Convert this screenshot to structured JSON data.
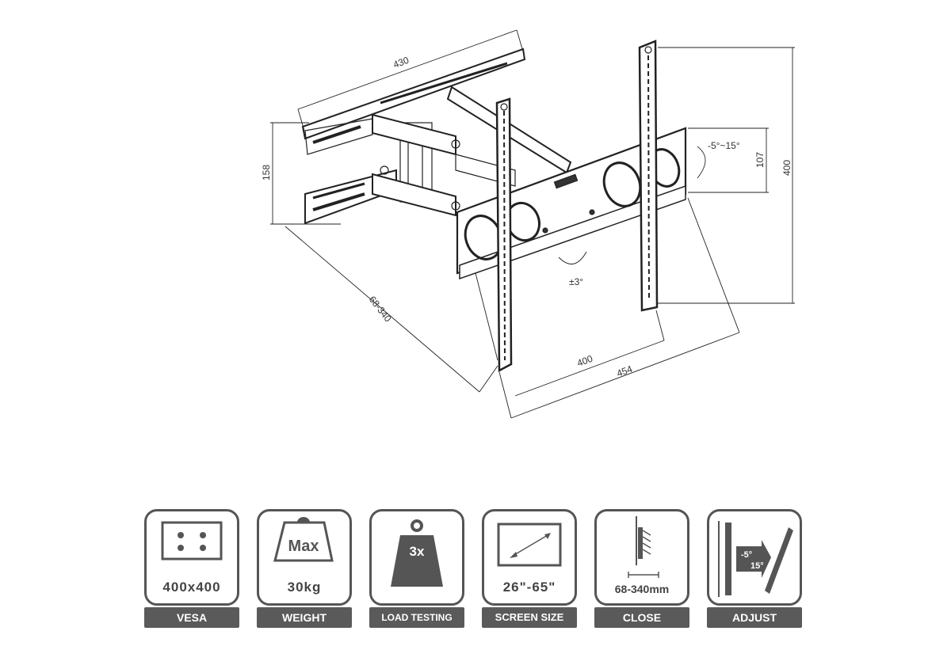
{
  "diagram": {
    "dimensions": {
      "wall_plate_width": "430",
      "wall_plate_height": "158",
      "extension": "68-340",
      "vesa_height": "400",
      "arm_height": "107",
      "tilt": "-5°~15°",
      "rotation": "±3°",
      "vesa_width": "400",
      "bracket_width": "454"
    }
  },
  "features": [
    {
      "value": "400x400",
      "label": "VESA",
      "icon": "vesa-holes-icon"
    },
    {
      "value": "30kg",
      "label": "WEIGHT",
      "icon": "max-weight-icon",
      "icon_text": "Max"
    },
    {
      "value": "",
      "label": "LOAD TESTING",
      "icon": "load-weight-icon",
      "icon_text": "3x"
    },
    {
      "value": "26\"-65\"",
      "label": "SCREEN SIZE",
      "icon": "screen-diagonal-icon"
    },
    {
      "value": "68-340mm",
      "label": "CLOSE",
      "icon": "wall-distance-icon"
    },
    {
      "value": "",
      "label": "ADJUST",
      "icon": "tilt-adjust-icon",
      "icon_text_1": "-5°",
      "icon_text_2": "15°"
    }
  ],
  "colors": {
    "line": "#222222",
    "label_bg": "#5a5a5a"
  }
}
